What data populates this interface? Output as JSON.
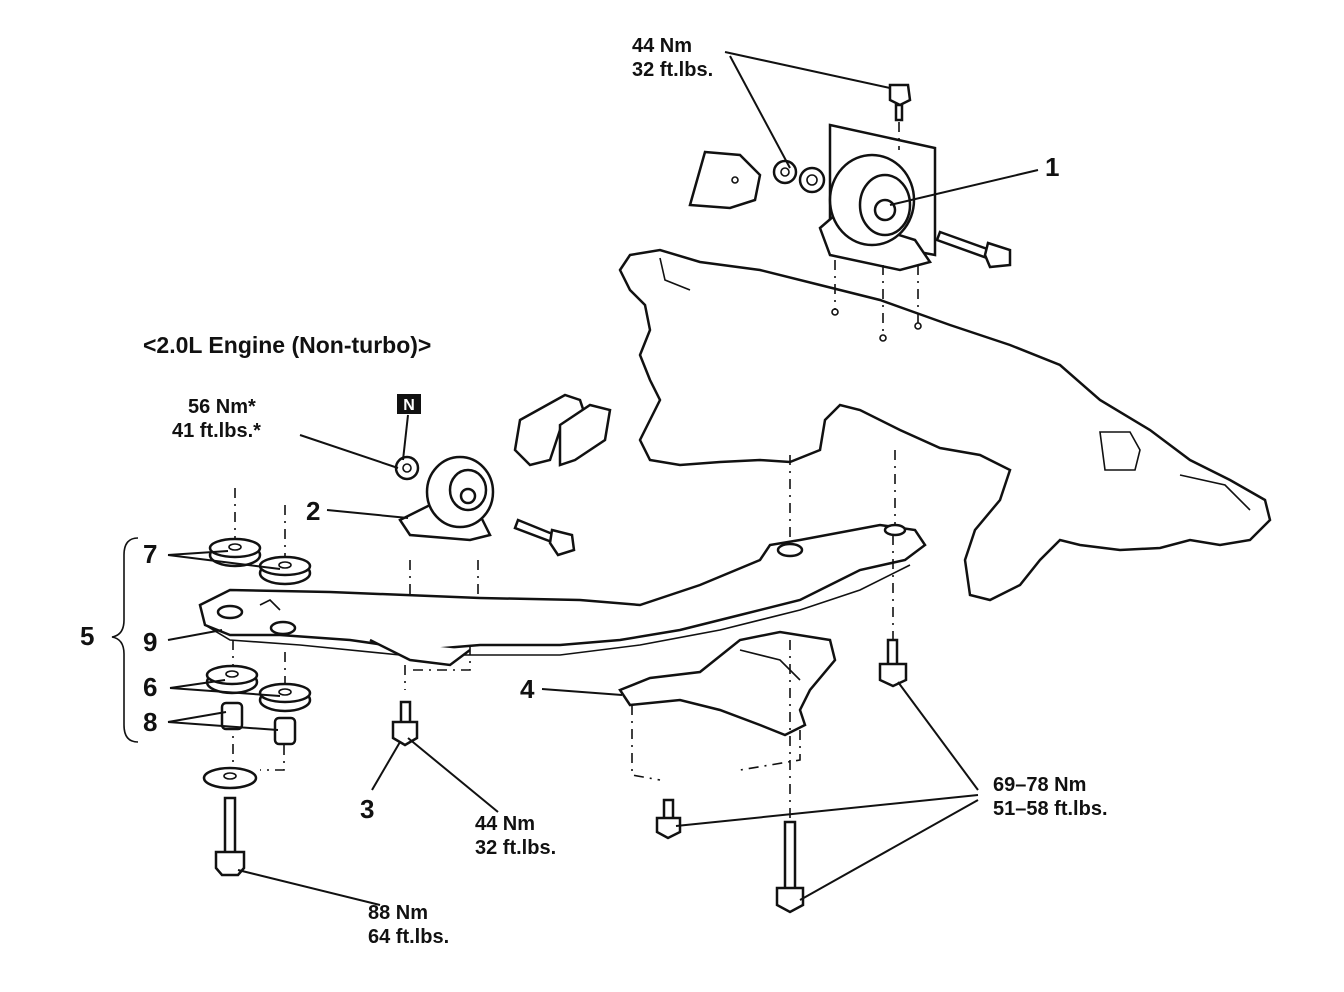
{
  "diagram": {
    "title": "<2.0L Engine (Non-turbo)>",
    "badge": "N",
    "callouts": {
      "c1": "1",
      "c2": "2",
      "c3": "3",
      "c4": "4",
      "c5": "5",
      "c6": "6",
      "c7": "7",
      "c8": "8",
      "c9": "9"
    },
    "torques": {
      "top_nm": "44 Nm",
      "top_ft": "32 ft.lbs.",
      "mount2_nm": "56 Nm*",
      "mount2_ft": "41 ft.lbs.*",
      "bolt3_nm": "44 Nm",
      "bolt3_ft": "32 ft.lbs.",
      "bolt88_nm": "88 Nm",
      "bolt88_ft": "64 ft.lbs.",
      "bolt69_nm": "69–78 Nm",
      "bolt69_ft": "51–58 ft.lbs."
    }
  }
}
